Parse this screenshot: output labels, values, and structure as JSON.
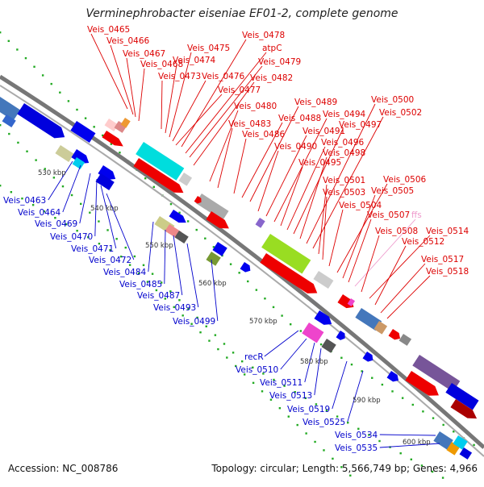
{
  "title": "Verminephrobacter eiseniae EF01-2, complete genome",
  "footer": {
    "accession": "Accession: NC_008786",
    "topology": "Topology: circular; Length: 5,566,749 bp; Genes: 4,966"
  },
  "colors": {
    "forward_gene": "#ee0000",
    "reverse_gene": "#0000ee",
    "label_forward": "#dd0000",
    "label_reverse": "#0000cc",
    "rna_label": "#ee99cc",
    "backbone": "#888888",
    "tick_dots": "#22aa22"
  },
  "scale_ticks": [
    "530 kbp",
    "540 kbp",
    "550 kbp",
    "560 kbp",
    "570 kbp",
    "580 kbp",
    "590 kbp",
    "600 kbp"
  ],
  "forward_labels": [
    "Veis_0465",
    "Veis_0466",
    "Veis_0467",
    "Veis_0468",
    "Veis_0473",
    "Veis_0474",
    "Veis_0475",
    "Veis_0476",
    "Veis_0477",
    "Veis_0478",
    "atpC",
    "Veis_0479",
    "Veis_0482",
    "Veis_0480",
    "Veis_0483",
    "Veis_0486",
    "Veis_0488",
    "Veis_0489",
    "Veis_0490",
    "Veis_0491",
    "Veis_0494",
    "Veis_0495",
    "Veis_0496",
    "Veis_0497",
    "Veis_0498",
    "Veis_0500",
    "Veis_0502",
    "Veis_0501",
    "Veis_0503",
    "Veis_0504",
    "Veis_0506",
    "Veis_0505",
    "Veis_0507",
    "ffs",
    "Veis_0508",
    "Veis_0514",
    "Veis_0512",
    "Veis_0517",
    "Veis_0518"
  ],
  "reverse_labels": [
    "Veis_0463",
    "Veis_0464",
    "Veis_0469",
    "Veis_0470",
    "Veis_0471",
    "Veis_0472",
    "Veis_0484",
    "Veis_0485",
    "Veis_0487",
    "Veis_0493",
    "Veis_0499",
    "recR",
    "Veis_0510",
    "Veis_0511",
    "Veis_0513",
    "Veis_0519",
    "Veis_0525",
    "Veis_0534",
    "Veis_0535"
  ]
}
